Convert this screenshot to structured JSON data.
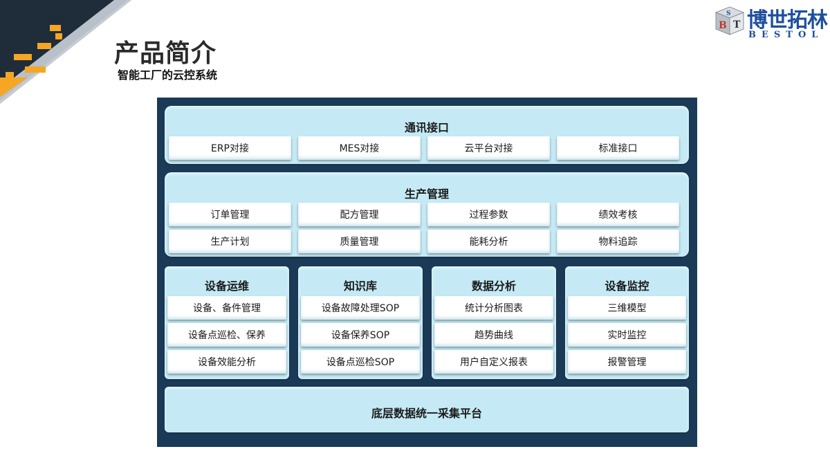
{
  "header": {
    "title": "产品简介",
    "subtitle": "智能工厂的云控系统"
  },
  "logo": {
    "name": "博世拓林",
    "sub": "BESTOL",
    "cube_letters": [
      "B",
      "T",
      "S"
    ]
  },
  "diagram": {
    "communication": {
      "title": "通讯接口",
      "items": [
        "ERP对接",
        "MES对接",
        "云平台对接",
        "标准接口"
      ]
    },
    "production": {
      "title": "生产管理",
      "row1": [
        "订单管理",
        "配方管理",
        "过程参数",
        "绩效考核"
      ],
      "row2": [
        "生产计划",
        "质量管理",
        "能耗分析",
        "物料追踪"
      ]
    },
    "modules": [
      {
        "title": "设备运维",
        "items": [
          "设备、备件管理",
          "设备点巡检、保养",
          "设备效能分析"
        ]
      },
      {
        "title": "知识库",
        "items": [
          "设备故障处理SOP",
          "设备保养SOP",
          "设备点巡检SOP"
        ]
      },
      {
        "title": "数据分析",
        "items": [
          "统计分析图表",
          "趋势曲线",
          "用户自定义报表"
        ]
      },
      {
        "title": "设备监控",
        "items": [
          "三维模型",
          "实时监控",
          "报警管理"
        ]
      }
    ],
    "base": {
      "title": "底层数据统一采集平台"
    }
  },
  "colors": {
    "diagram_bg": "#1b3a57",
    "panel_bg": "#c5eaf5",
    "accent_orange": "#f5a623",
    "logo_blue": "#1e4f9e"
  }
}
